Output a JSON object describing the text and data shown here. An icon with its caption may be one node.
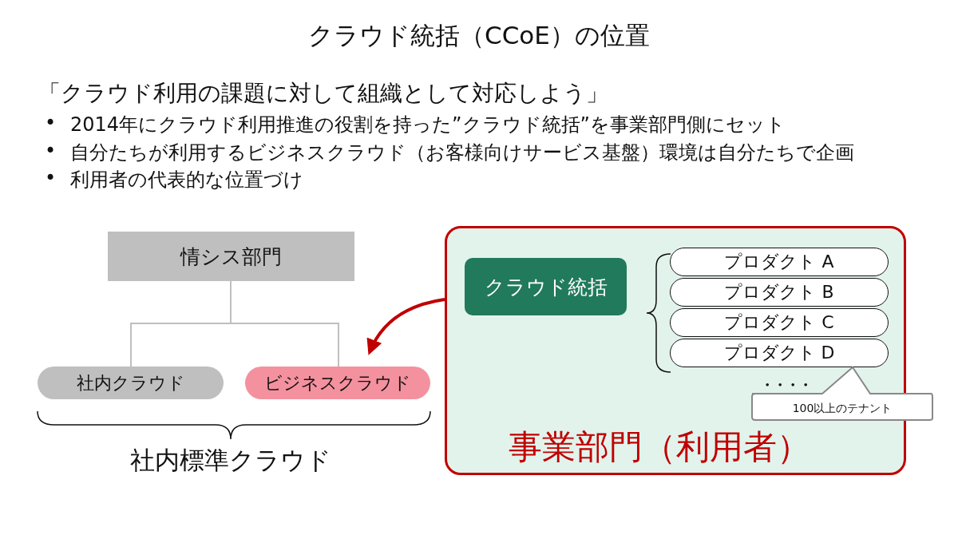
{
  "diagram": {
    "title": "クラウド統括（CCoE）の位置",
    "nodes": [
      {
        "text": [
          "情シス部門"
        ]
      },
      {
        "text": [
          "社内クラウド"
        ]
      },
      {
        "text": [
          "ビジネスクラウド"
        ]
      },
      {
        "text": [
          "事業部門（利用者）"
        ]
      },
      {
        "text": [
          "クラウド統括"
        ],
        "in": 3
      },
      {
        "text": [
          "プロダクト A"
        ],
        "in": 3
      },
      {
        "text": [
          "プロダクト B"
        ],
        "in": 3
      },
      {
        "text": [
          "プロダクト C"
        ],
        "in": 3
      },
      {
        "text": [
          "プロダクト D"
        ],
        "in": 3
      },
      {
        "text": [
          "100以上のテナント"
        ]
      }
    ],
    "edges": [
      {
        "from": 0,
        "to": 1,
        "arrow": "none"
      },
      {
        "from": 0,
        "to": 2,
        "arrow": "none"
      },
      {
        "from": 3,
        "to": 2,
        "arrow": "to",
        "style": "thick",
        "color": "#c00000"
      }
    ],
    "labels": [
      "「クラウド利用の課題に対して組織として対応しよう」",
      "•",
      "2014年にクラウド利用推進の役割を持った”クラウド統括”を事業部門側にセット",
      "•",
      "自分たちが利用するビジネスクラウド（お客様向けサービス基盤）環境は自分たちで企画",
      "•",
      "利用者の代表的な位置づけ",
      "・・・・",
      "社内標準クラウド"
    ]
  }
}
